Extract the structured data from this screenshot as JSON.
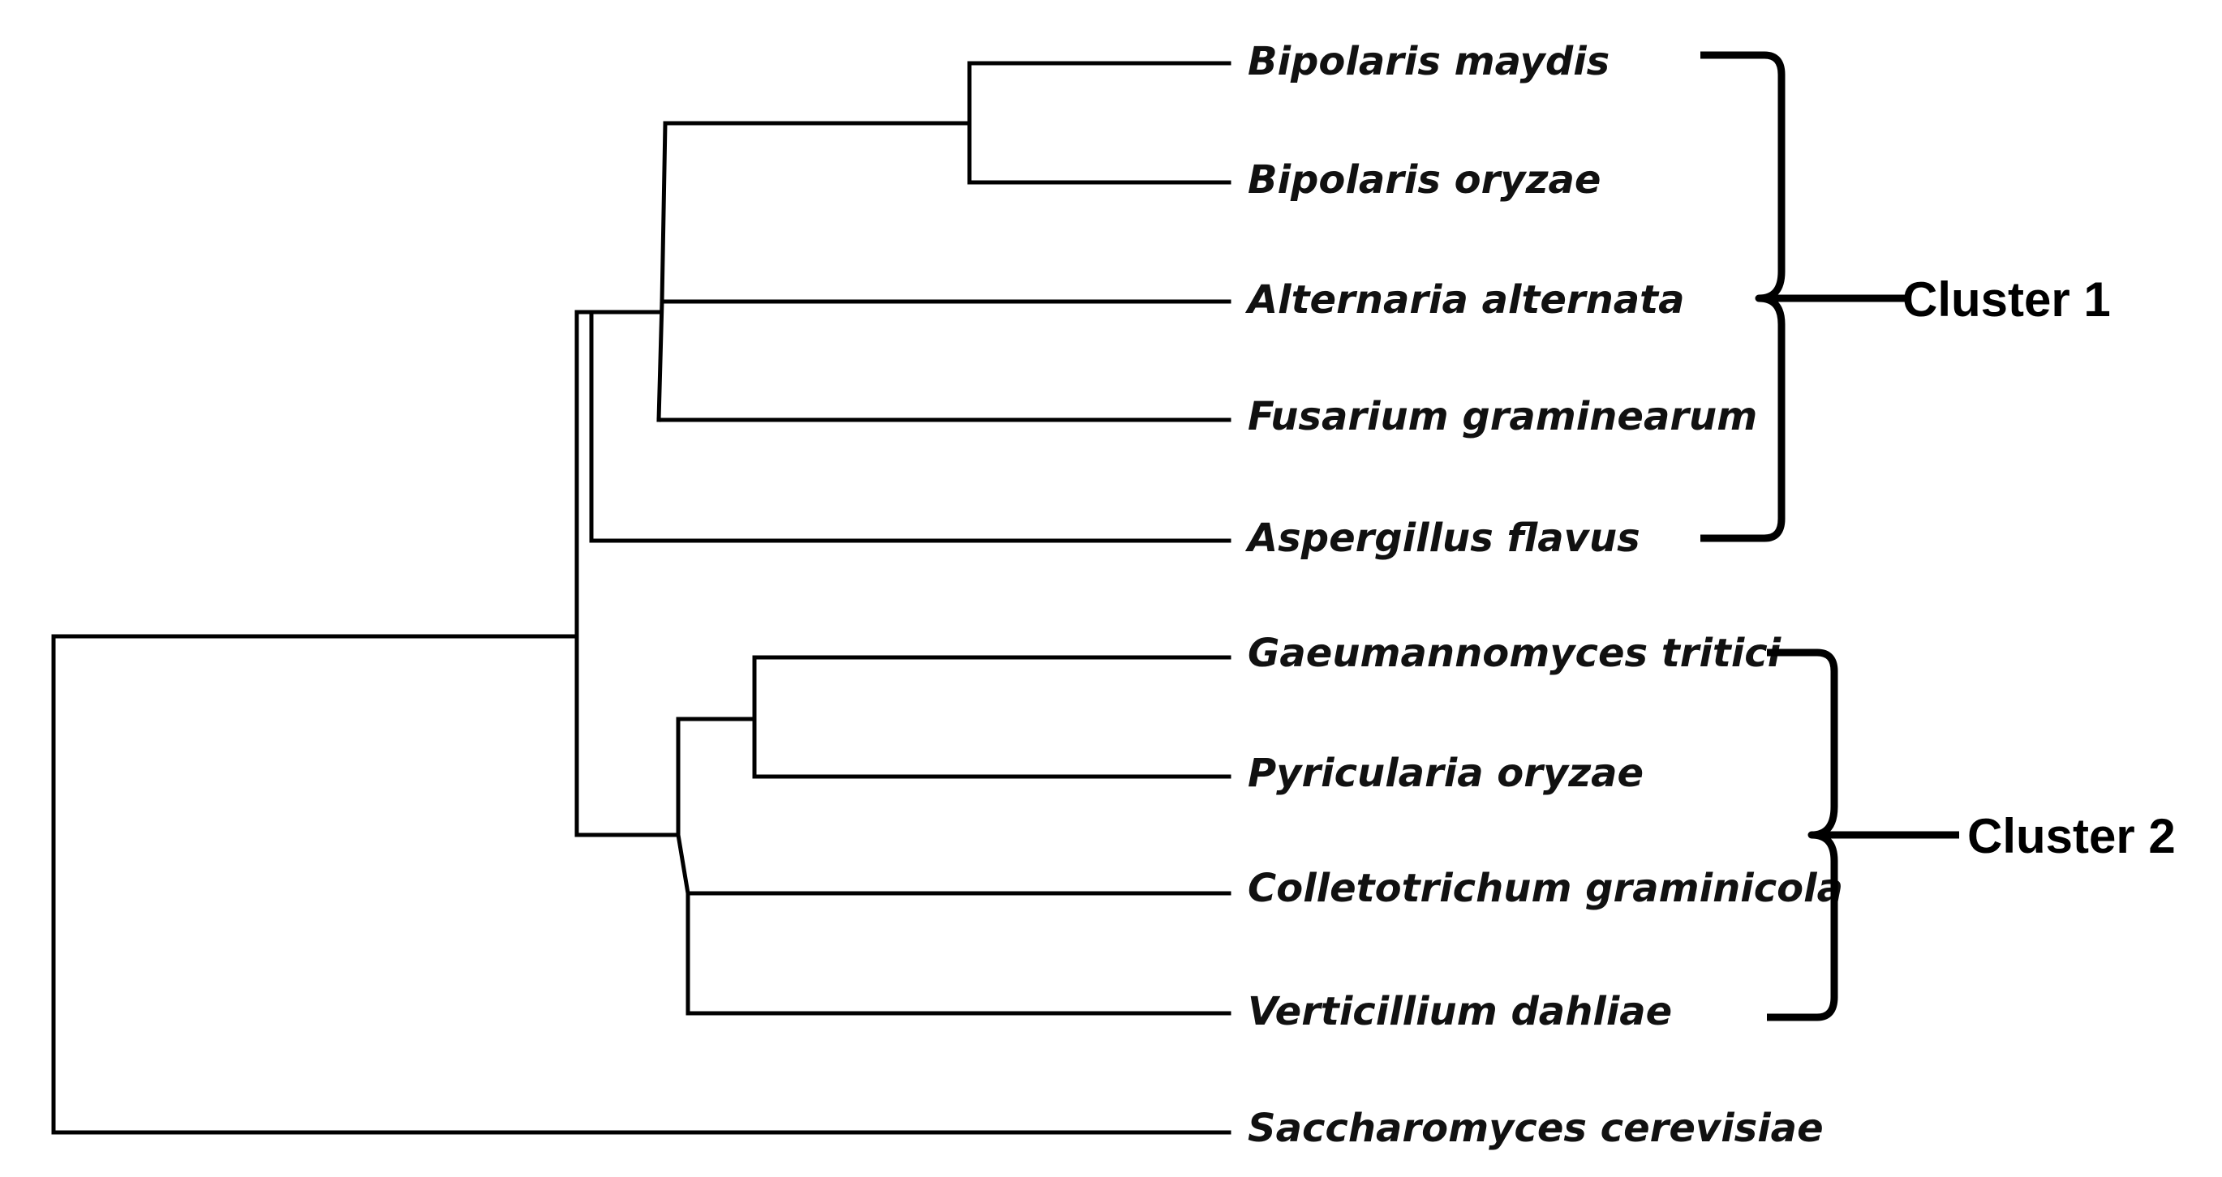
{
  "taxa": [
    "Bipolaris maydis",
    "Bipolaris oryzae",
    "Alternaria alternata",
    "Fusarium graminearum",
    "Aspergillus flavus",
    "Gaeumannomyces tritici",
    "Pyricularia oryzae",
    "Colletotrichum graminicola",
    "Verticillium dahliae",
    "Saccharomyces cerevisiae"
  ],
  "clusters": [
    {
      "label": "Cluster 1",
      "members": [
        "Bipolaris maydis",
        "Bipolaris oryzae",
        "Alternaria alternata",
        "Fusarium graminearum",
        "Aspergillus flavus"
      ]
    },
    {
      "label": "Cluster 2",
      "members": [
        "Gaeumannomyces tritici",
        "Pyricularia oryzae",
        "Colletotrichum graminicola",
        "Verticillium dahliae"
      ]
    }
  ]
}
